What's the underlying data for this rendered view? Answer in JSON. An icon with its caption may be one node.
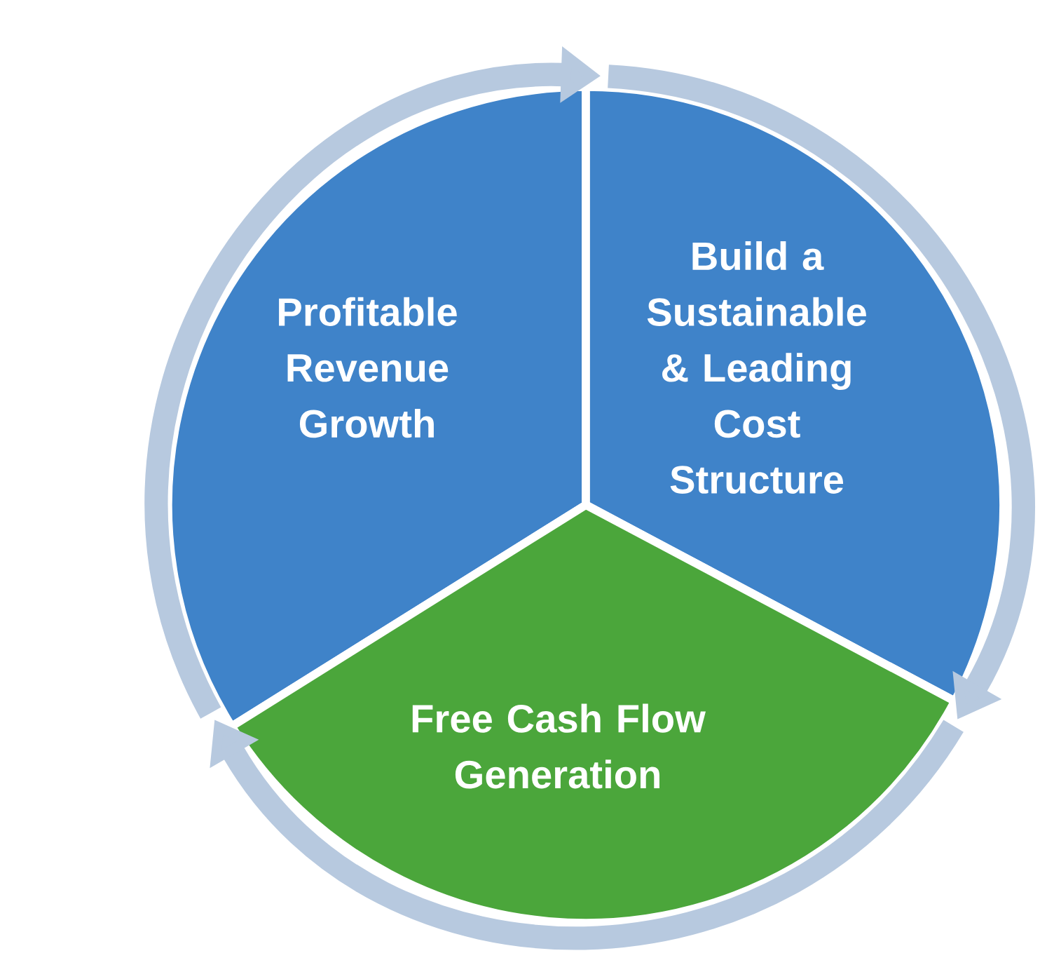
{
  "diagram": {
    "nodes": [
      {
        "text": [
          "Profitable Revenue Growth"
        ]
      },
      {
        "text": [
          "Build a Sustainable & Leading Cost Structure"
        ]
      },
      {
        "text": [
          "Free Cash Flow Generation"
        ]
      }
    ],
    "edges": [
      {
        "from": 0,
        "to": 1,
        "arrow": "to"
      },
      {
        "from": 1,
        "to": 2,
        "arrow": "to"
      },
      {
        "from": 2,
        "to": 0,
        "arrow": "to"
      }
    ]
  }
}
